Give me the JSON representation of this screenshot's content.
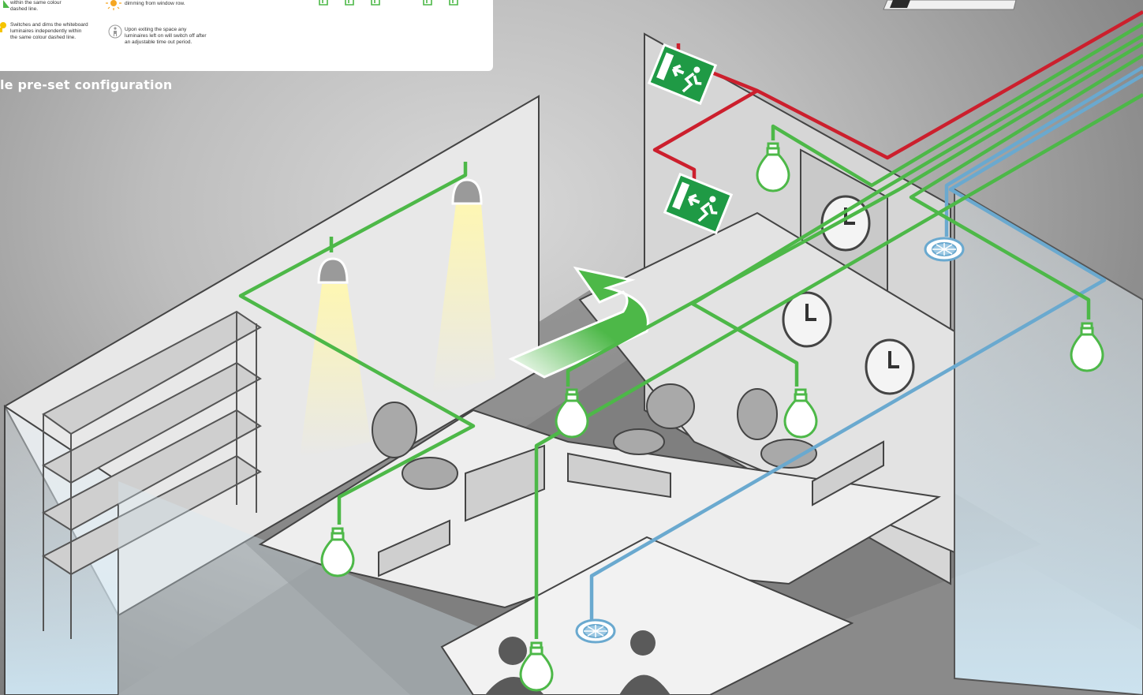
{
  "legend": {
    "item_a_lines": [
      "within the same colour",
      "dashed line."
    ],
    "item_b_lines": [
      "Switches and dims the whiteboard",
      "luminaires independently within",
      "the same colour dashed line."
    ],
    "item_c_lines": [
      "dimming from window row."
    ],
    "item_d_lines": [
      "Upon exiting the space any",
      "luminaires left on will switch off after",
      "an adjustable time out period."
    ]
  },
  "caption": "le pre-set configuration",
  "colors": {
    "green": "#4db848",
    "red": "#cc1f2d",
    "blue": "#6aa9cf",
    "exit_sign": "#1f9a45",
    "background": "#9a9a9a"
  },
  "icons": [
    "emergency-exit-sign-icon",
    "light-bulb-icon",
    "spotlight-icon",
    "ceiling-sensor-icon",
    "wall-clock-icon",
    "direction-arrow-icon",
    "daylight-sun-icon",
    "absence-person-icon",
    "switch-icon"
  ]
}
